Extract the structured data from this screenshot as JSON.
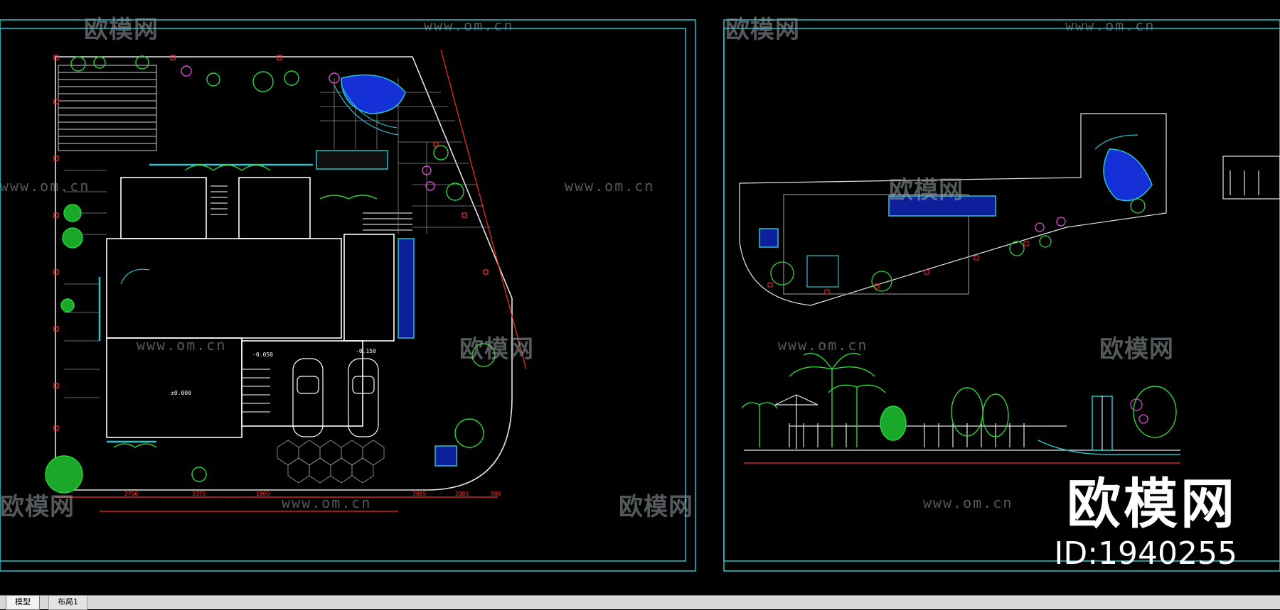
{
  "colors": {
    "frame": "#29c4cf",
    "line": "#e6e6e6",
    "dimension": "#ff2a2a",
    "vegetation": "#2cd63c",
    "water": "#1630d8",
    "accent": "#d94cd9",
    "tab_bar": "#d8d8d8"
  },
  "watermark": {
    "logo_text": "欧模网",
    "url_text": "www.om.cn"
  },
  "brand": {
    "name": "欧模网",
    "id": "ID:1940255"
  },
  "tabs": [
    {
      "label": "模型",
      "active": true
    },
    {
      "label": "布局1",
      "active": false
    }
  ],
  "plan": {
    "level_labels": [
      "±0.000",
      "-0.050",
      "-0.150"
    ],
    "dimensions": [
      "2700",
      "3375",
      "1800",
      "3885",
      "2085",
      "980"
    ]
  }
}
